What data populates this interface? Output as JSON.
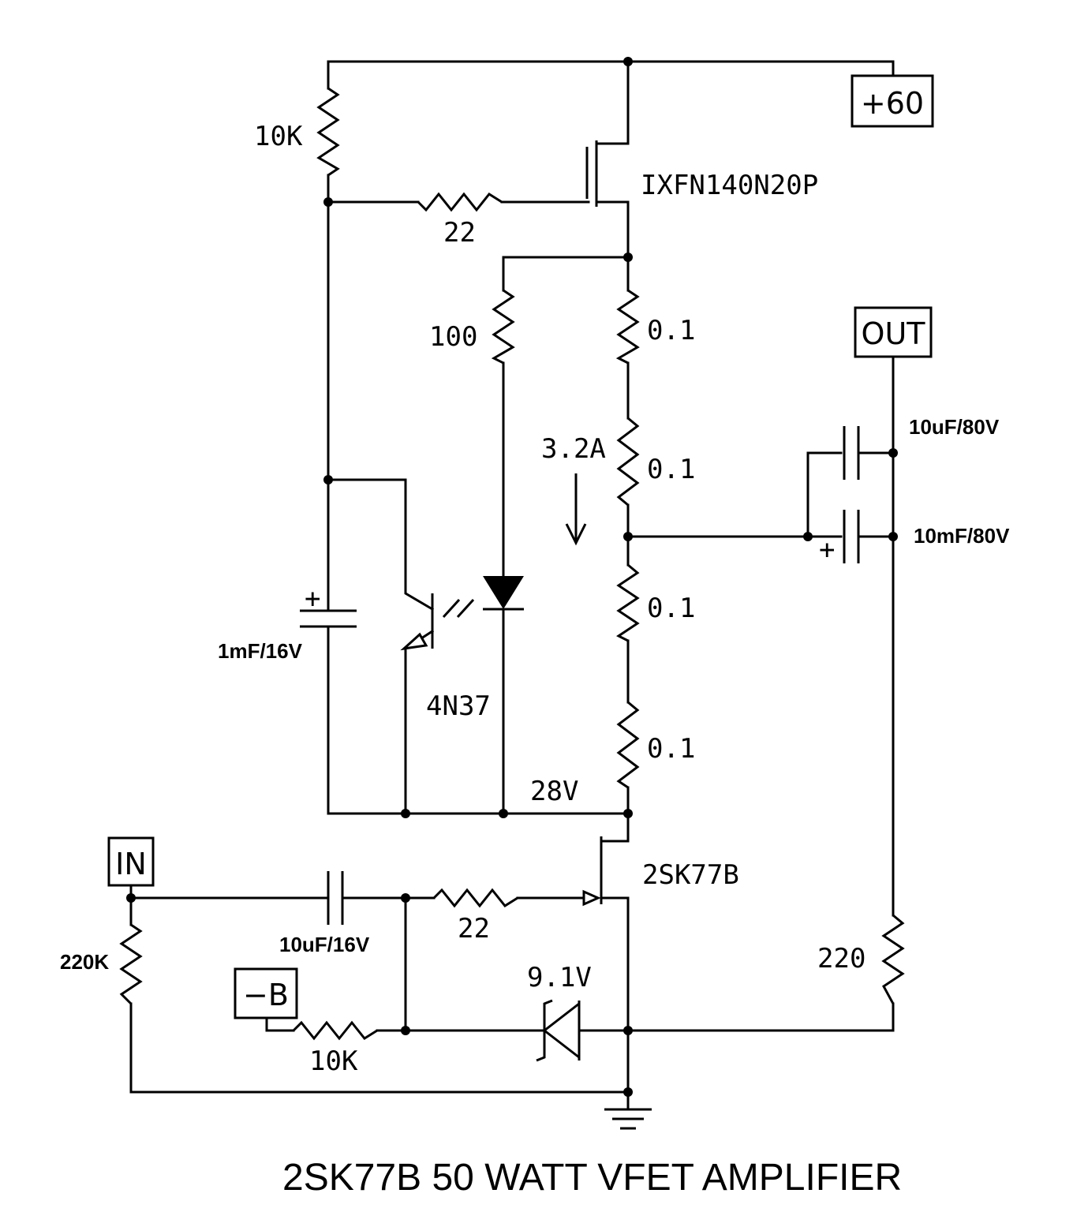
{
  "title": "2SK77B 50 WATT VFET AMPLIFIER",
  "terminals": {
    "supply": "+60",
    "output": "OUT",
    "input": "IN",
    "neg_bias": "−B"
  },
  "components": {
    "r_top_10k": "10K",
    "r_gate_22": "22",
    "mosfet": "IXFN140N20P",
    "r_100": "100",
    "r_sense_1": "0.1",
    "r_sense_2": "0.1",
    "r_sense_3": "0.1",
    "r_sense_4": "0.1",
    "current": "3.2A",
    "cap_1mf": "1mF/16V",
    "opto": "4N37",
    "node_voltage": "28V",
    "cap_out_small": "10uF/80V",
    "cap_out_large": "10mF/80V",
    "vfet": "2SK77B",
    "cap_in": "10uF/16V",
    "r_in_22": "22",
    "r_220k": "220K",
    "zener": "9.1V",
    "r_bias_10k": "10K",
    "r_220": "220"
  },
  "symbols": {
    "plus": "+"
  }
}
